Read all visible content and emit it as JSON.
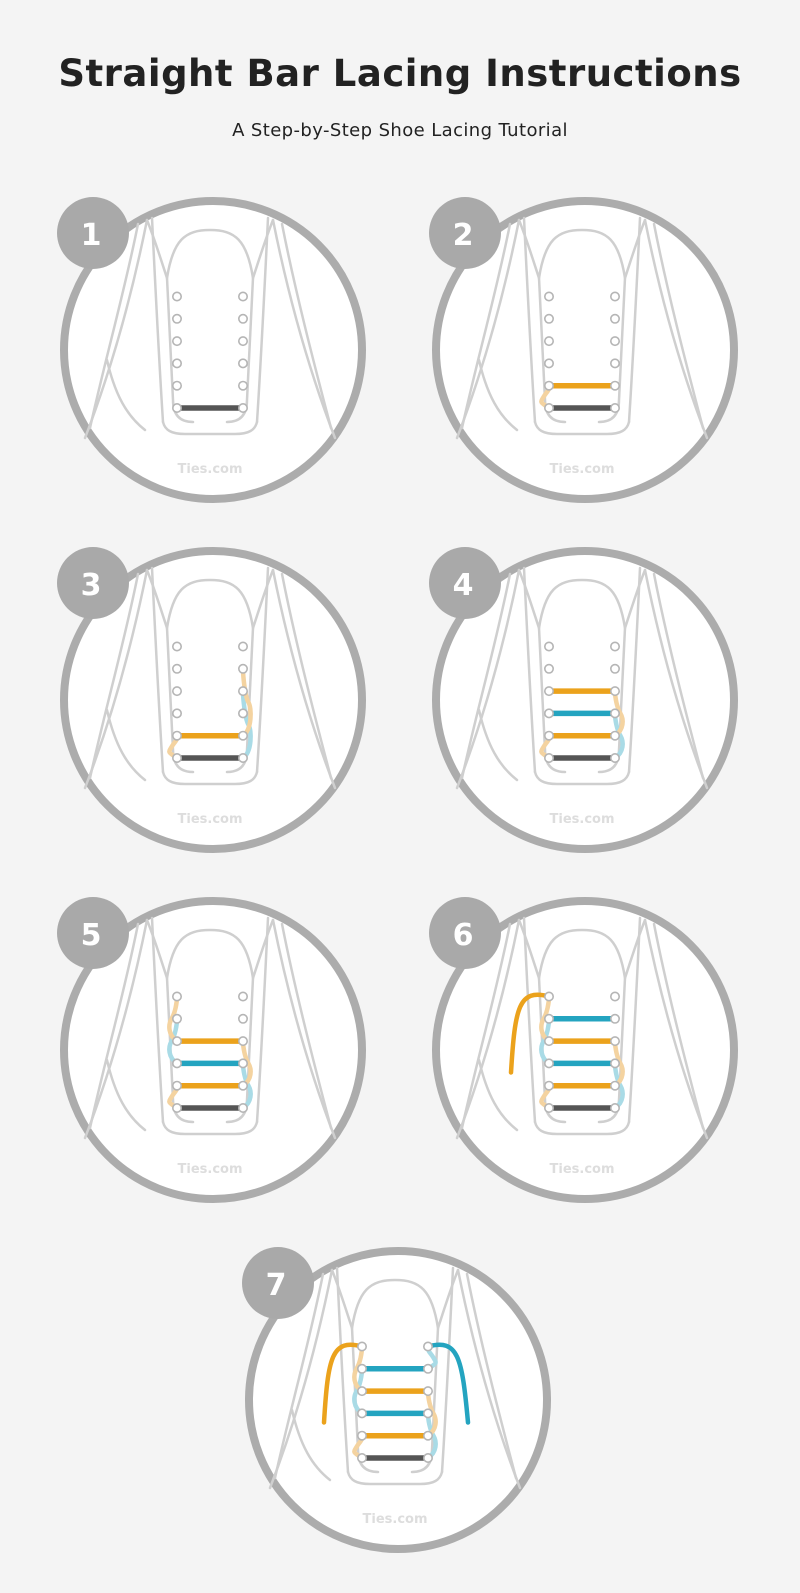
{
  "header": {
    "title": "Straight Bar Lacing Instructions",
    "subtitle": "A Step-by-Step Shoe Lacing Tutorial"
  },
  "watermark": "Ties.com",
  "colors": {
    "background": "#f4f4f4",
    "frame": "#acacac",
    "badge": "#a9a9a9",
    "shoe_line": "#cfcfcf",
    "lace_dark": "#555555",
    "lace_orange": "#eba21c",
    "lace_orange_light": "#f4d3a0",
    "lace_teal": "#24a4c0",
    "lace_teal_light": "#a9dbe6",
    "watermark": "#dddddd"
  },
  "steps": [
    {
      "number": "1"
    },
    {
      "number": "2"
    },
    {
      "number": "3"
    },
    {
      "number": "4"
    },
    {
      "number": "5"
    },
    {
      "number": "6"
    },
    {
      "number": "7"
    }
  ]
}
